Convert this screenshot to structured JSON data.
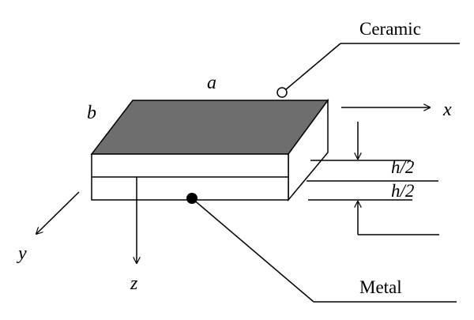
{
  "labels": {
    "ceramic": "Ceramic",
    "metal": "Metal",
    "length": "a",
    "width": "b",
    "half_thickness_top": "h/2",
    "half_thickness_bottom": "h/2",
    "axis_x": "x",
    "axis_y": "y",
    "axis_z": "z"
  },
  "colors": {
    "top_face": "#6e6e6e",
    "line": "#000000",
    "background": "#ffffff"
  }
}
